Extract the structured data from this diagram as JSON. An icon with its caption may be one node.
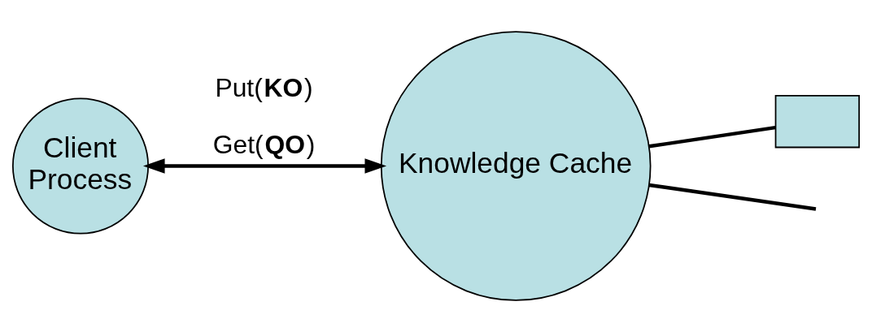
{
  "diagram": {
    "nodes": [
      {
        "text": [
          "Client Process"
        ]
      },
      {
        "text": [
          "Knowledge Cache"
        ]
      },
      {
        "text": [],
        "shape": "box"
      }
    ],
    "edges": [
      {
        "from": 0,
        "to": 1,
        "arrow": "both",
        "label": "Put(**KO**)"
      },
      {
        "from": 1,
        "to": null,
        "arrow": "none"
      },
      {
        "from": 1,
        "to": 2,
        "arrow": "none"
      }
    ],
    "labels": [
      "Get(**QO**)"
    ]
  }
}
